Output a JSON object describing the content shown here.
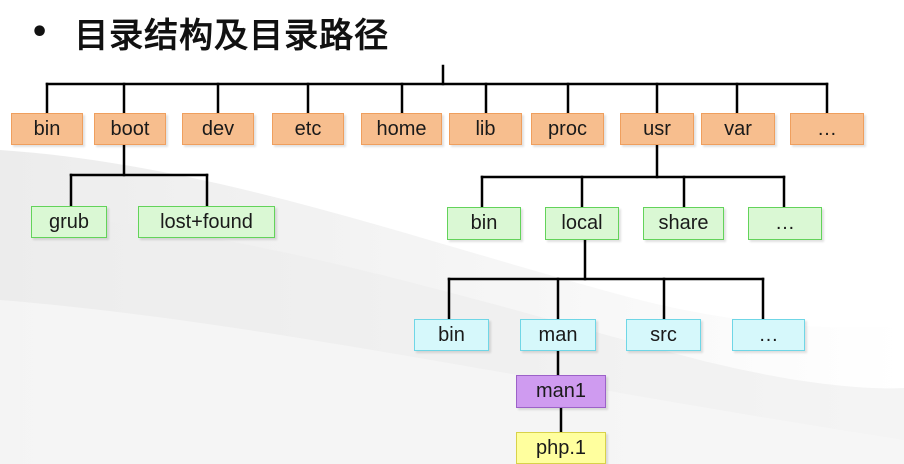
{
  "title": {
    "bullet": "•",
    "text": "目录结构及目录路径"
  },
  "colors": {
    "level1": "#f7be8e",
    "level2": "#daf8d4",
    "level3": "#d6f8fb",
    "level4": "#cf9bf0",
    "level5": "#ffff9e",
    "connector": "#000000"
  },
  "tree": {
    "level1": [
      "bin",
      "boot",
      "dev",
      "etc",
      "home",
      "lib",
      "proc",
      "usr",
      "var",
      "…"
    ],
    "boot_children": [
      "grub",
      "lost+found"
    ],
    "usr_children": [
      "bin",
      "local",
      "share",
      "…"
    ],
    "local_children": [
      "bin",
      "man",
      "src",
      "…"
    ],
    "man_children": [
      "man1"
    ],
    "man1_children": [
      "php.1"
    ]
  }
}
